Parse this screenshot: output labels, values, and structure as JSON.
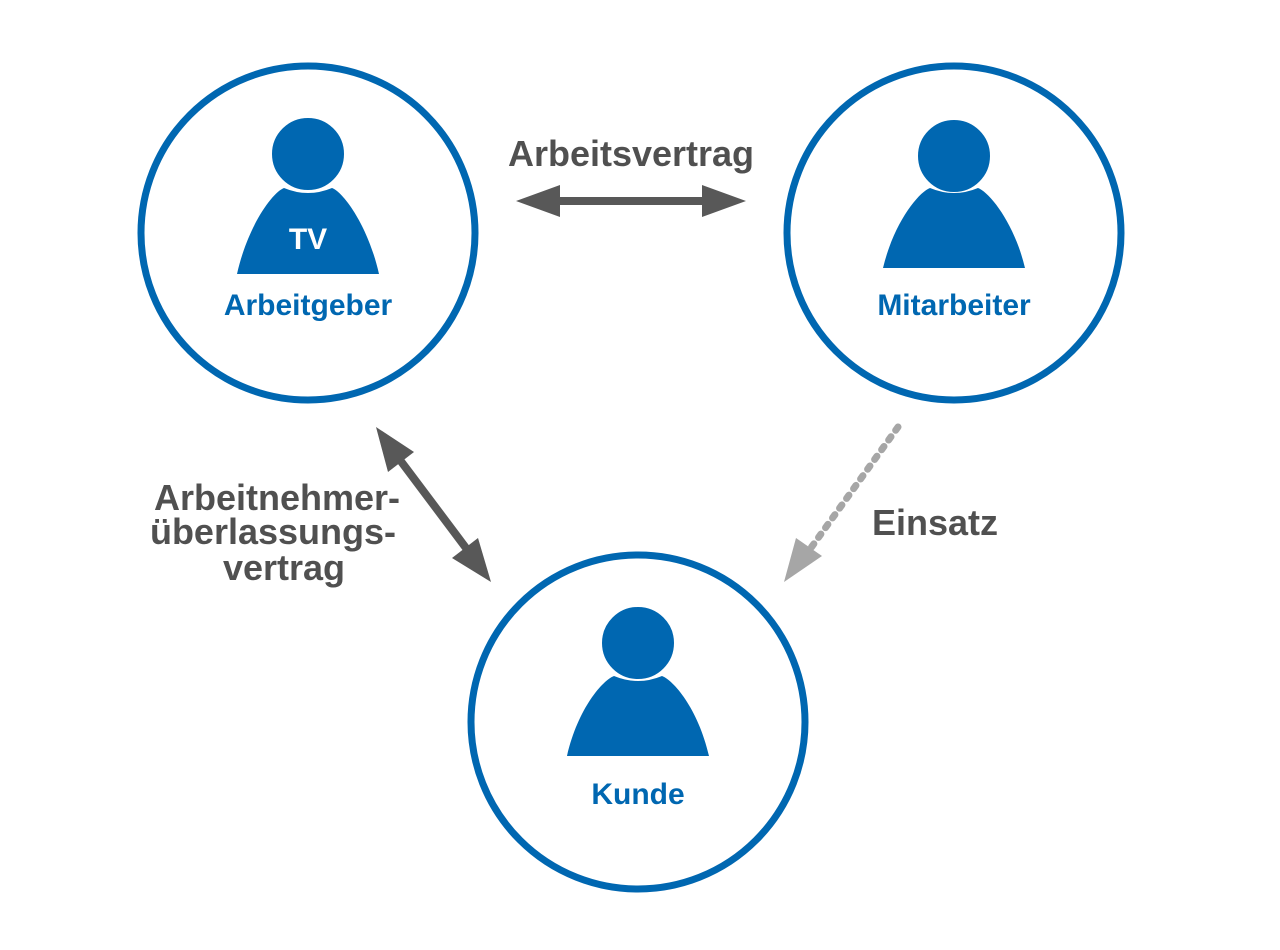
{
  "colors": {
    "node_blue": "#0067b1",
    "arrow_dark": "#585858",
    "arrow_light": "#a6a6a6",
    "label_gray": "#505050",
    "badge_text": "#ffffff",
    "background": "#ffffff"
  },
  "nodes": {
    "employer": {
      "label": "Arbeitgeber",
      "badge": "TV",
      "icon": "person-icon"
    },
    "employee": {
      "label": "Mitarbeiter",
      "icon": "person-icon"
    },
    "customer": {
      "label": "Kunde",
      "icon": "person-icon"
    }
  },
  "edges": {
    "employment_contract": {
      "label": "Arbeitsvertrag",
      "from": "employer",
      "to": "employee",
      "style": "solid-bidirectional"
    },
    "leasing_contract": {
      "label_lines": [
        "Arbeitnehmer-",
        "überlassungs-",
        "vertrag"
      ],
      "from": "employer",
      "to": "customer",
      "style": "solid-bidirectional"
    },
    "deployment": {
      "label": "Einsatz",
      "from": "employee",
      "to": "customer",
      "style": "dotted-directed"
    }
  }
}
